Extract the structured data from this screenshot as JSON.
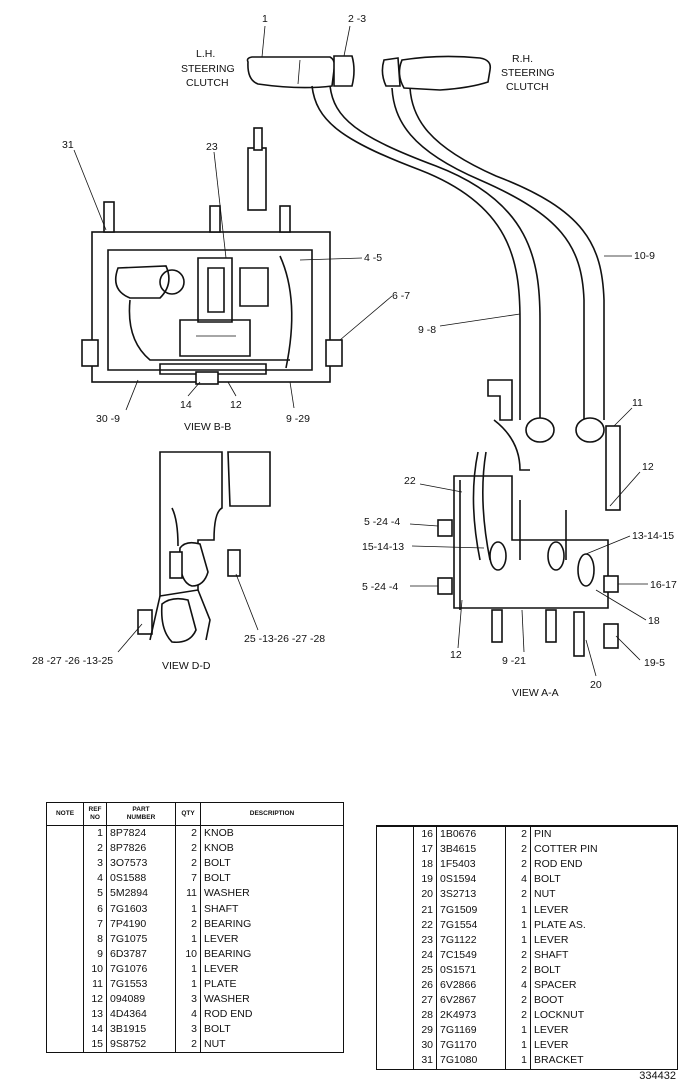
{
  "labels": {
    "lh_title": [
      "L.H.",
      "STEERING",
      "CLUTCH"
    ],
    "rh_title": [
      "R.H.",
      "STEERING",
      "CLUTCH"
    ],
    "view_bb": "VIEW  B-B",
    "view_dd": "VIEW  D-D",
    "view_aa": "VIEW  A-A",
    "callouts": {
      "c1": "1",
      "c2_3": "2 -3",
      "c31": "31",
      "c23": "23",
      "c10_9": "10-9",
      "c4_5": "4 -5",
      "c6_7": "6 -7",
      "c9_8": "9 -8",
      "c30_9": "30 -9",
      "c14": "14",
      "c12a": "12",
      "c9_29": "9 -29",
      "c11": "11",
      "c12b": "12",
      "c22": "22",
      "c5_24_4a": "5 -24 -4",
      "c15_14_13": "15-14-13",
      "c13_14_15": "13-14-15",
      "c5_24_4b": "5 -24 -4",
      "c16_17": "16-17",
      "c18": "18",
      "c12c": "12",
      "c9_21": "9 -21",
      "c19_5": "19-5",
      "c20": "20",
      "c28_25": "28 -27 -26 -13-25",
      "c25_28": "25 -13-26 -27 -28"
    }
  },
  "table_headers": {
    "note": "NOTE",
    "ref": [
      "REF",
      "NO"
    ],
    "part": [
      "PART",
      "NUMBER"
    ],
    "qty": "QTY",
    "desc": "DESCRIPTION"
  },
  "parts_left": [
    {
      "ref": "1",
      "pn": "8P7824",
      "qty": "2",
      "desc": "KNOB"
    },
    {
      "ref": "2",
      "pn": "8P7826",
      "qty": "2",
      "desc": "KNOB"
    },
    {
      "ref": "3",
      "pn": "3O7573",
      "qty": "2",
      "desc": "BOLT"
    },
    {
      "ref": "4",
      "pn": "0S1588",
      "qty": "7",
      "desc": "BOLT"
    },
    {
      "ref": "5",
      "pn": "5M2894",
      "qty": "11",
      "desc": "WASHER"
    },
    {
      "ref": "6",
      "pn": "7G1603",
      "qty": "1",
      "desc": "SHAFT"
    },
    {
      "ref": "7",
      "pn": "7P4190",
      "qty": "2",
      "desc": "BEARING"
    },
    {
      "ref": "8",
      "pn": "7G1075",
      "qty": "1",
      "desc": "LEVER"
    },
    {
      "ref": "9",
      "pn": "6D3787",
      "qty": "10",
      "desc": "BEARING"
    },
    {
      "ref": "10",
      "pn": "7G1076",
      "qty": "1",
      "desc": "LEVER"
    },
    {
      "ref": "11",
      "pn": "7G1553",
      "qty": "1",
      "desc": "PLATE"
    },
    {
      "ref": "12",
      "pn": "094089",
      "qty": "3",
      "desc": "WASHER"
    },
    {
      "ref": "13",
      "pn": "4D4364",
      "qty": "4",
      "desc": "ROD  END"
    },
    {
      "ref": "14",
      "pn": "3B1915",
      "qty": "3",
      "desc": "BOLT"
    },
    {
      "ref": "15",
      "pn": "9S8752",
      "qty": "2",
      "desc": "NUT"
    }
  ],
  "parts_right": [
    {
      "ref": "16",
      "pn": "1B0676",
      "qty": "2",
      "desc": "PIN"
    },
    {
      "ref": "17",
      "pn": "3B4615",
      "qty": "2",
      "desc": "COTTER PIN"
    },
    {
      "ref": "18",
      "pn": "1F5403",
      "qty": "2",
      "desc": "ROD  END"
    },
    {
      "ref": "19",
      "pn": "0S1594",
      "qty": "4",
      "desc": "BOLT"
    },
    {
      "ref": "20",
      "pn": "3S2713",
      "qty": "2",
      "desc": "NUT"
    },
    {
      "ref": "21",
      "pn": "7G1509",
      "qty": "1",
      "desc": "LEVER"
    },
    {
      "ref": "22",
      "pn": "7G1554",
      "qty": "1",
      "desc": "PLATE  AS."
    },
    {
      "ref": "23",
      "pn": "7G1122",
      "qty": "1",
      "desc": "LEVER"
    },
    {
      "ref": "24",
      "pn": "7C1549",
      "qty": "2",
      "desc": "SHAFT"
    },
    {
      "ref": "25",
      "pn": "0S1571",
      "qty": "2",
      "desc": "BOLT"
    },
    {
      "ref": "26",
      "pn": "6V2866",
      "qty": "4",
      "desc": "SPACER"
    },
    {
      "ref": "27",
      "pn": "6V2867",
      "qty": "2",
      "desc": "BOOT"
    },
    {
      "ref": "28",
      "pn": "2K4973",
      "qty": "2",
      "desc": "LOCKNUT"
    },
    {
      "ref": "29",
      "pn": "7G1169",
      "qty": "1",
      "desc": "LEVER"
    },
    {
      "ref": "30",
      "pn": "7G1170",
      "qty": "1",
      "desc": "LEVER"
    },
    {
      "ref": "31",
      "pn": "7G1080",
      "qty": "1",
      "desc": "BRACKET"
    }
  ],
  "doc_number": "334432"
}
